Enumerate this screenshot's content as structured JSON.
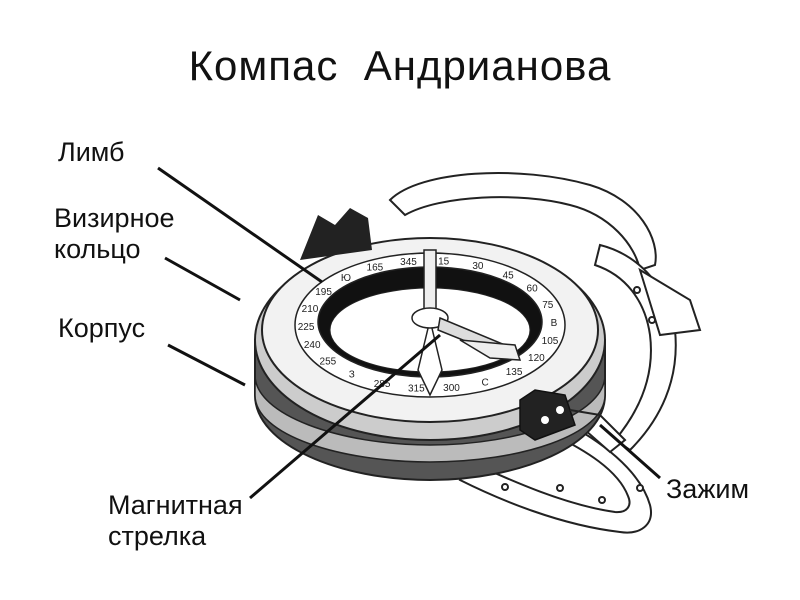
{
  "title": "Компас  Андрианова",
  "labels": {
    "limb": "Лимб",
    "sighting_ring": [
      "Визирное",
      "кольцо"
    ],
    "body": "Корпус",
    "needle": [
      "Магнитная",
      "стрелка"
    ],
    "clamp": "Зажим"
  },
  "dial_marks": [
    "345",
    "15",
    "30",
    "45",
    "60",
    "75",
    "В",
    "105",
    "120",
    "135",
    "С",
    "300",
    "315",
    "285",
    "З",
    "255",
    "240",
    "225",
    "210",
    "195",
    "Ю",
    "165"
  ]
}
